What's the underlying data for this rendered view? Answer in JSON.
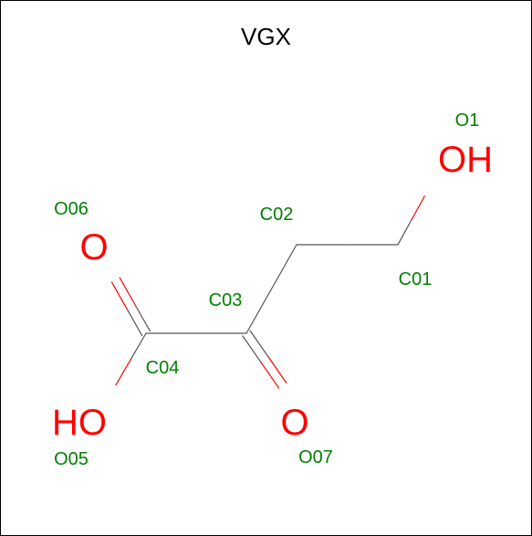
{
  "title": "VGX",
  "colors": {
    "background": "#ffffff",
    "bond": "#555555",
    "oxygen": "#ff0000",
    "atom_id": "#008000",
    "title": "#000000"
  },
  "atoms": [
    {
      "id": "O1",
      "element": "O",
      "label": "OH"
    },
    {
      "id": "C01",
      "element": "C",
      "label": ""
    },
    {
      "id": "C02",
      "element": "C",
      "label": ""
    },
    {
      "id": "C03",
      "element": "C",
      "label": ""
    },
    {
      "id": "C04",
      "element": "C",
      "label": ""
    },
    {
      "id": "O05",
      "element": "O",
      "label": "HO"
    },
    {
      "id": "O06",
      "element": "O",
      "label": "O"
    },
    {
      "id": "O07",
      "element": "O",
      "label": "O"
    }
  ],
  "bonds": [
    {
      "from": "O1",
      "to": "C01",
      "order": 1
    },
    {
      "from": "C01",
      "to": "C02",
      "order": 1
    },
    {
      "from": "C02",
      "to": "C03",
      "order": 1
    },
    {
      "from": "C03",
      "to": "C04",
      "order": 1
    },
    {
      "from": "C03",
      "to": "O07",
      "order": 2
    },
    {
      "from": "C04",
      "to": "O06",
      "order": 2
    },
    {
      "from": "C04",
      "to": "O05",
      "order": 1
    }
  ]
}
